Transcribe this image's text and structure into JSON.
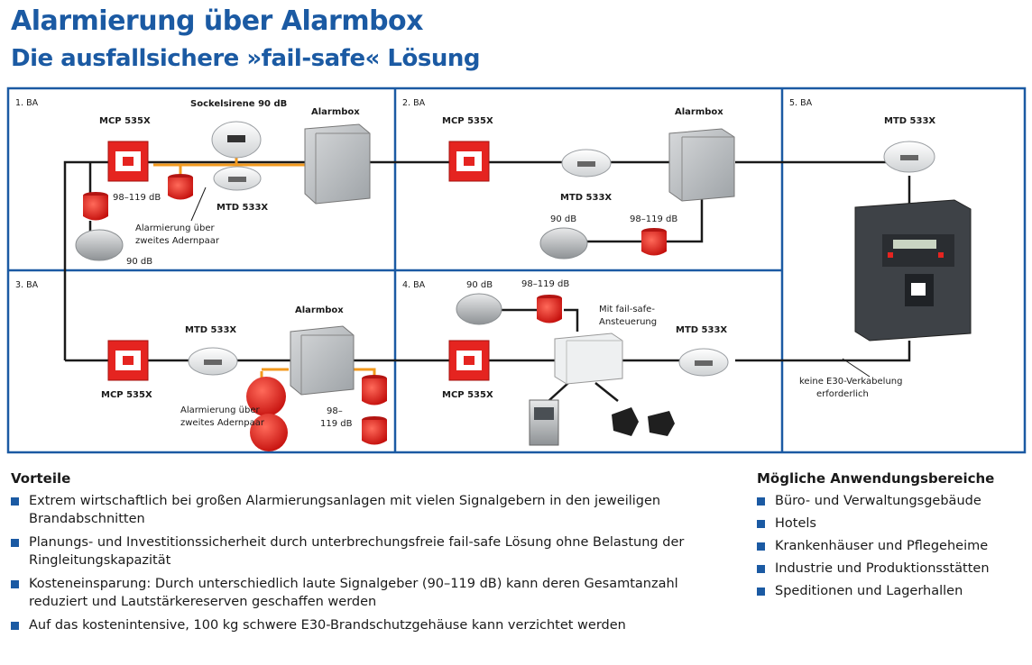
{
  "title": "Alarmierung über Alarmbox",
  "subtitle": "Die ausfallsichere »fail-safe« Lösung",
  "zones": [
    "1. BA",
    "2. BA",
    "3. BA",
    "4. BA",
    "5. BA"
  ],
  "labels": {
    "mcp": "MCP 535X",
    "mtd": "MTD 533X",
    "sockelsirene": "Sockelsirene 90 dB",
    "alarmbox": "Alarmbox",
    "db_range": "98–119 dB",
    "db90": "90 dB",
    "db_range_top": "98–",
    "db_range_bottom": "119 dB",
    "alarm_zweites_1": "Alarmierung über",
    "alarm_zweites_2": "zweites Adernpaar",
    "failsafe_1": "Mit fail-safe-",
    "failsafe_2": "Ansteuerung",
    "e30_1": "keine E30-Verkabelung",
    "e30_2": "erforderlich"
  },
  "vorteile": {
    "heading": "Vorteile",
    "items": [
      "Extrem wirtschaftlich bei großen Alarmierungsanlagen mit vielen Signalgebern in den jeweiligen Brandabschnitten",
      "Planungs- und Investitionssicherheit durch unterbrechungsfreie fail-safe Lösung ohne Belastung der Ringleitungskapazität",
      "Kosteneinsparung: Durch unterschiedlich laute Signalgeber (90–119 dB) kann deren Gesamtanzahl reduziert und Lautstärkereserven geschaffen werden",
      "Auf das kostenintensive, 100 kg schwere E30-Brandschutzgehäuse kann verzichtet werden"
    ]
  },
  "anwendung": {
    "heading": "Mögliche Anwendungsbereiche",
    "items": [
      "Büro- und Verwaltungsgebäude",
      "Hotels",
      "Krankenhäuser und Pflegeheime",
      "Industrie und Produktionsstätten",
      "Speditionen und Lagerhallen"
    ]
  },
  "colors": {
    "accent": "#1b5aa3",
    "wire": "#1a1a1a",
    "wire_orange": "#f39a1e",
    "device_red": "#e52420"
  },
  "icons": [
    "call-point-icon",
    "smoke-detector-icon",
    "sounder-icon",
    "siren-icon",
    "alarmbox-icon",
    "control-panel-icon",
    "horn-icon"
  ]
}
